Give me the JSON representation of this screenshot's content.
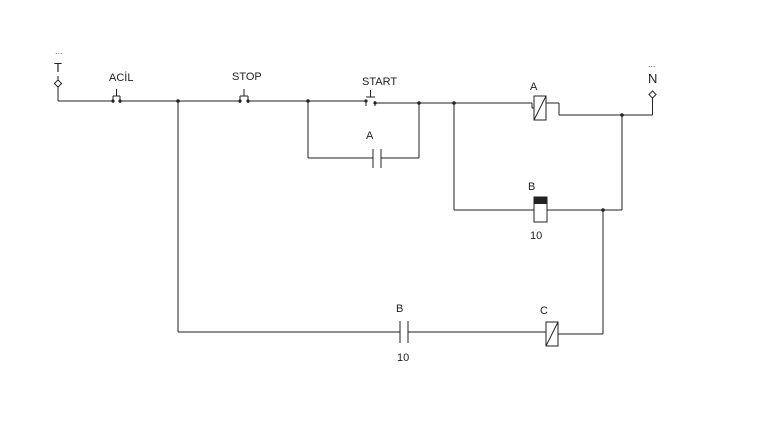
{
  "terminals": {
    "left": {
      "label": "T",
      "marker": "..."
    },
    "right": {
      "label": "N",
      "marker": "..."
    }
  },
  "contacts": {
    "emergency": {
      "label": "ACİL"
    },
    "stop": {
      "label": "STOP"
    },
    "start": {
      "label": "START"
    },
    "hold_a": {
      "label": "A"
    },
    "timer_b": {
      "label": "B",
      "value": "10"
    }
  },
  "coils": {
    "a": {
      "label": "A"
    },
    "b": {
      "label": "B",
      "value": "10"
    },
    "c": {
      "label": "C"
    }
  }
}
